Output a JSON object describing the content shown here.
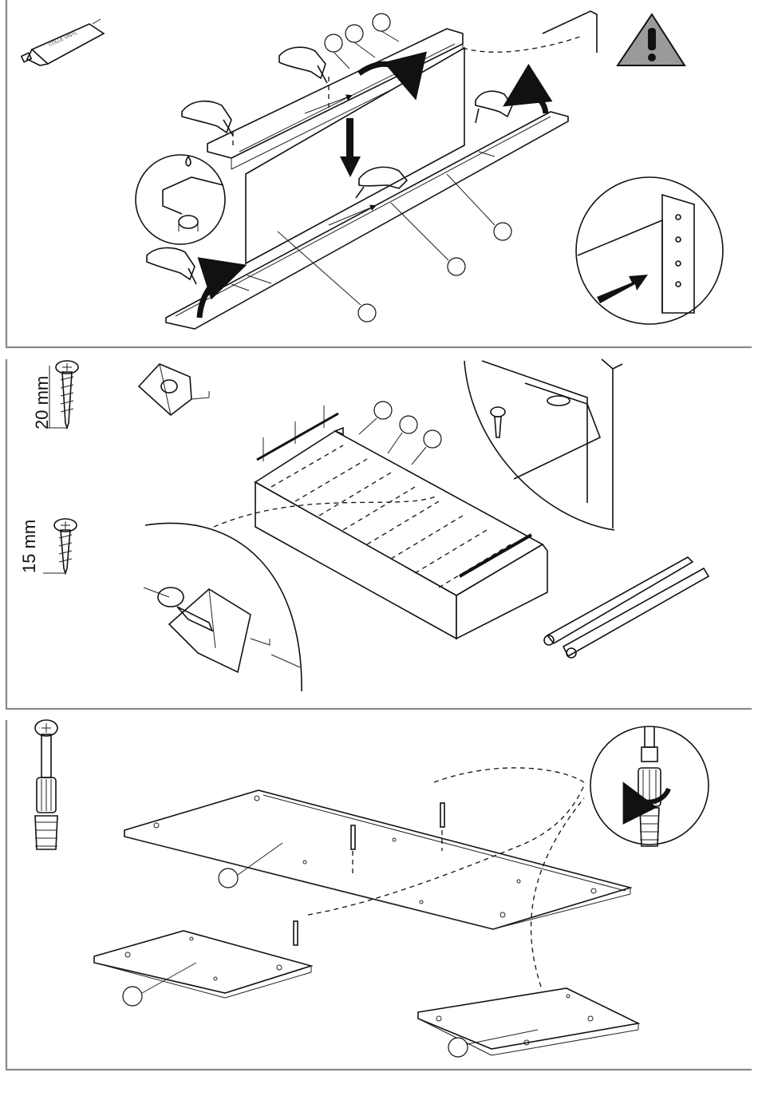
{
  "section2": {
    "screw_long_label": "20 mm",
    "screw_short_label": "15 mm"
  },
  "glue": {
    "tube_label": "COLLE VINYL"
  },
  "colors": {
    "frame": "#888888",
    "line": "#111111",
    "warning_fill": "#9a9a9a",
    "arrow_fill": "#111111"
  },
  "icons": [
    "glue-tube-icon",
    "warning-icon",
    "screw-icon",
    "cam-bolt-icon",
    "corner-block-icon",
    "screwdriver-icon",
    "drawer-runner-icon"
  ]
}
